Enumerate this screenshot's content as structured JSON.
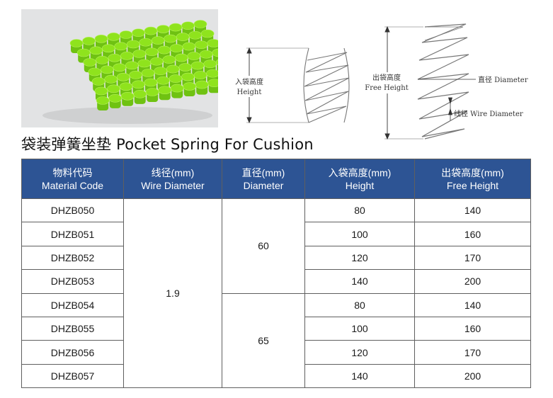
{
  "title": "袋装弹簧坐垫 Pocket Spring For Cushion",
  "diagram": {
    "pocket_height_cn": "入袋高度",
    "pocket_height_en": "Height",
    "free_height_cn": "出袋高度",
    "free_height_en": "Free Height",
    "diameter_label": "直径 Diameter",
    "wire_diameter_label": "线径 Wire Diameter"
  },
  "table": {
    "headers": [
      {
        "cn": "物料代码",
        "en": "Material Code"
      },
      {
        "cn": "线径(mm)",
        "en": "Wire Diameter"
      },
      {
        "cn": "直径(mm)",
        "en": "Diameter"
      },
      {
        "cn": "入袋高度(mm)",
        "en": "Height"
      },
      {
        "cn": "出袋高度(mm)",
        "en": "Free Height"
      }
    ],
    "wire_diameter": "1.9",
    "diameter_groups": [
      "60",
      "65"
    ],
    "rows": [
      {
        "code": "DHZB050",
        "height": "80",
        "free_height": "140"
      },
      {
        "code": "DHZB051",
        "height": "100",
        "free_height": "160"
      },
      {
        "code": "DHZB052",
        "height": "120",
        "free_height": "170"
      },
      {
        "code": "DHZB053",
        "height": "140",
        "free_height": "200"
      },
      {
        "code": "DHZB054",
        "height": "80",
        "free_height": "140"
      },
      {
        "code": "DHZB055",
        "height": "100",
        "free_height": "160"
      },
      {
        "code": "DHZB056",
        "height": "120",
        "free_height": "170"
      },
      {
        "code": "DHZB057",
        "height": "140",
        "free_height": "200"
      }
    ]
  },
  "colors": {
    "header_bg": "#2d5494",
    "spring_green": "#8fe31d"
  }
}
